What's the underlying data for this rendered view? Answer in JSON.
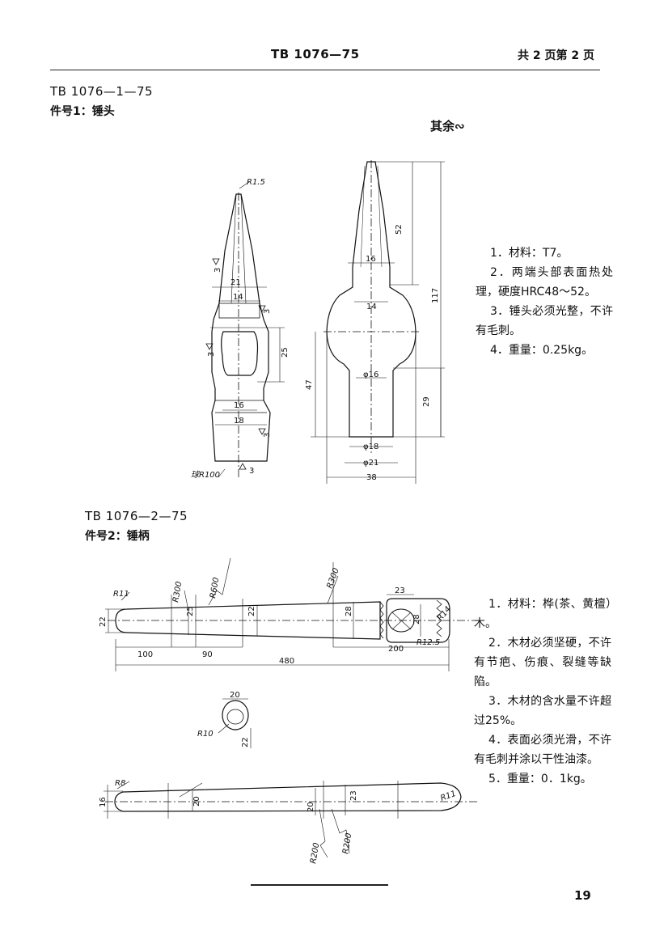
{
  "header": {
    "standard_code": "TB 1076—75",
    "page_info": "共 2 页第 2 页"
  },
  "part1": {
    "code": "TB 1076—1—75",
    "title": "件号1：锤头",
    "roughness_note": "其余∾",
    "notes": [
      "1．材料：T7。",
      "2．两端头部表面热处理，硬度HRC48～52。",
      "3．锤头必须光整，不许有毛刺。",
      "4．重量：0.25kg。"
    ],
    "dims": {
      "r_tip": "R1.5",
      "w21": "21",
      "w14_left": "14",
      "h25": "25",
      "w16_left": "16",
      "w18_left": "18",
      "ball": "球R100",
      "rough3": "3",
      "h52": "52",
      "w16": "16",
      "w14": "14",
      "h117": "117",
      "h47": "47",
      "phi16": "φ16",
      "h29": "29",
      "phi18": "φ18",
      "phi21": "φ21",
      "w38": "38"
    }
  },
  "part2": {
    "code": "TB 1076—2—75",
    "title": "件号2：锤柄",
    "notes": [
      "1．材料：桦(茶、黄檀）木。",
      "2．木材必须坚硬，不许有节疤、伤痕、裂缝等缺陷。",
      "3．木材的含水量不许超过25%。",
      "4．表面必须光滑，不许有毛刺并涂以干性油漆。",
      "5．重量：0．1kg。"
    ],
    "dims": {
      "r11": "R11",
      "r300a": "R300",
      "r600": "R600",
      "r300b": "R300",
      "h22a": "22",
      "h25": "25",
      "h22b": "22",
      "h28": "28",
      "l100": "100",
      "l90": "90",
      "l480": "480",
      "l200": "200",
      "w23": "23",
      "h28b": "28",
      "r14": "R14",
      "r125": "R12.5",
      "w20": "20",
      "r10": "R10",
      "h22c": "22",
      "r8": "R8",
      "h16": "16",
      "h20a": "20",
      "h20b": "20",
      "h23": "23",
      "r200a": "R200",
      "r200b": "R200",
      "r11b": "R11"
    }
  },
  "page_number": "19"
}
